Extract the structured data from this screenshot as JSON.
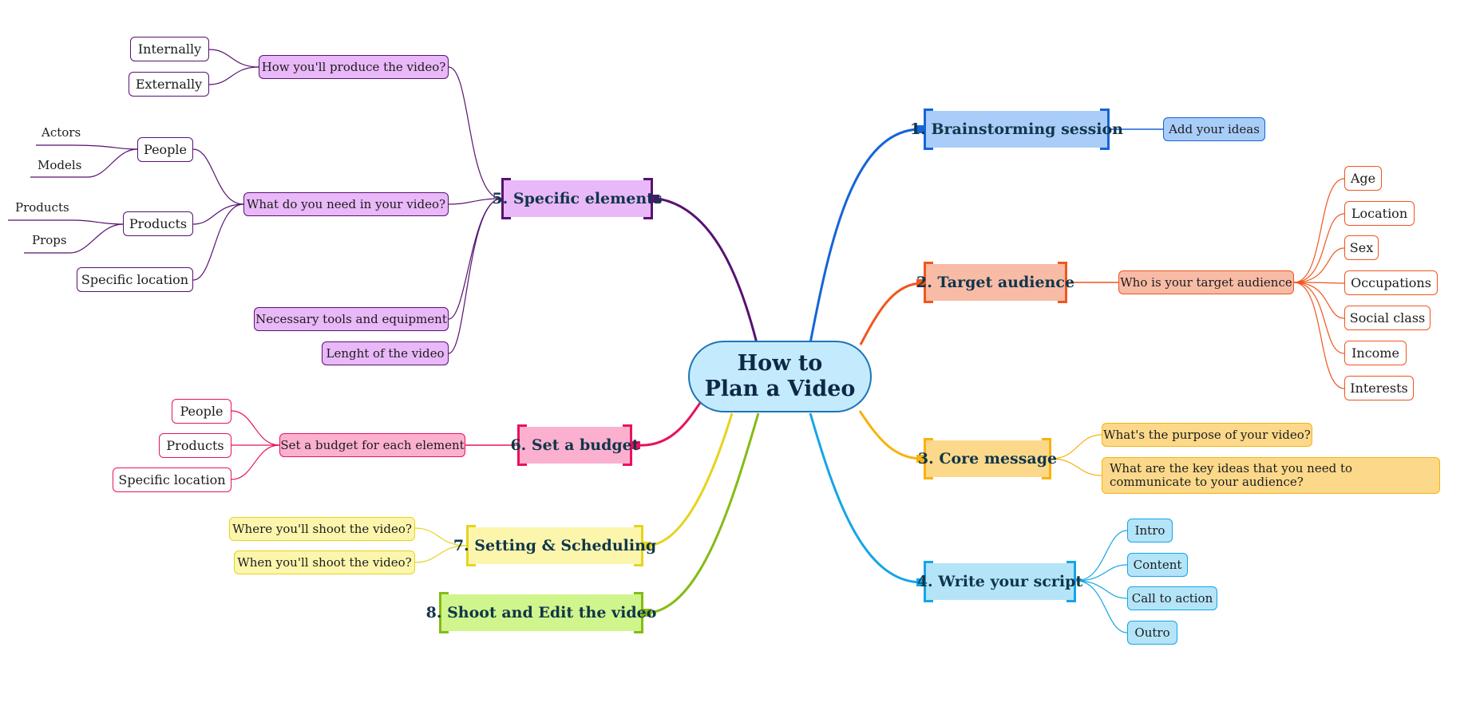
{
  "center": {
    "line1": "How to",
    "line2": "Plan a Video"
  },
  "colors": {
    "brainstorm": "#1565d8",
    "target": "#f0561f",
    "core": "#f8b20c",
    "script": "#14a6e6",
    "specific": "#581272",
    "budget": "#e8125e",
    "setting": "#e6d420",
    "shoot": "#86bb16"
  },
  "branches": {
    "brainstorm": {
      "label": "1. Brainstorming session",
      "children": [
        "Add your ideas"
      ]
    },
    "target": {
      "label": "2. Target audience",
      "sub": "Who is your target audience",
      "leaves": [
        "Age",
        "Location",
        "Sex",
        "Occupations",
        "Social class",
        "Income",
        "Interests"
      ]
    },
    "core": {
      "label": "3. Core message",
      "children": [
        "What's the purpose of your video?",
        "What are the key ideas that you need to communicate to your audience?"
      ]
    },
    "script": {
      "label": "4. Write your script",
      "leaves": [
        "Intro",
        "Content",
        "Call to action",
        "Outro"
      ]
    },
    "specific": {
      "label": "5. Specific elements",
      "produce": {
        "label": "How you'll produce the video?",
        "leaves": [
          "Internally",
          "Externally"
        ]
      },
      "need": {
        "label": "What do you need in your video?",
        "people": {
          "label": "People",
          "items": [
            "Actors",
            "Models"
          ]
        },
        "products": {
          "label": "Products",
          "items": [
            "Products",
            "Props"
          ]
        },
        "location": "Specific location"
      },
      "tools": "Necessary tools and equipment",
      "length": "Lenght of the video"
    },
    "budget": {
      "label": "6. Set a budget",
      "sub": "Set a budget for each element",
      "leaves": [
        "People",
        "Products",
        "Specific location"
      ]
    },
    "setting": {
      "label": "7. Setting & Scheduling",
      "children": [
        "Where you'll shoot the video?",
        "When you'll shoot the video?"
      ]
    },
    "shoot": {
      "label": "8. Shoot and Edit the video"
    }
  }
}
